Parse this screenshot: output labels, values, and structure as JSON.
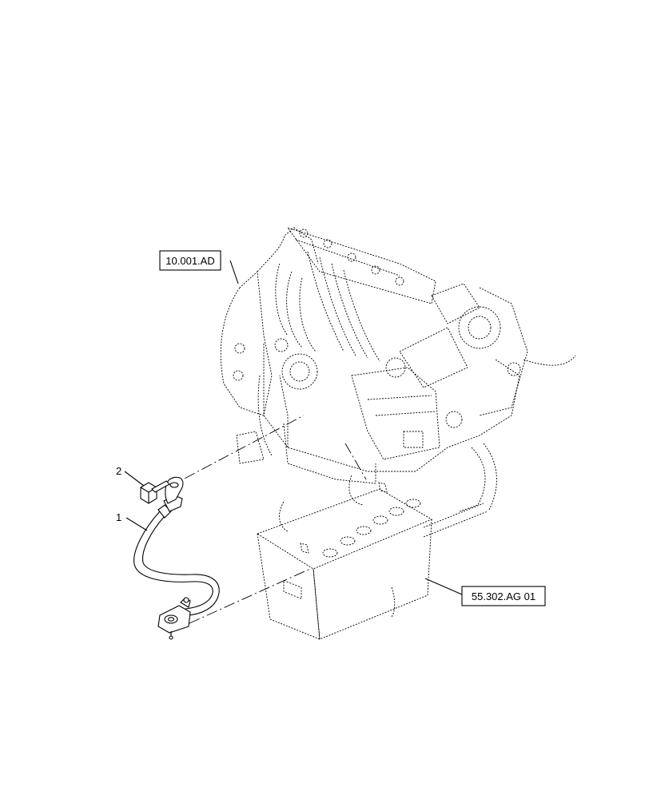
{
  "references": {
    "engine": "10.001.AD",
    "battery": "55.302.AG 01"
  },
  "callouts": {
    "cable": "1",
    "bolt": "2"
  }
}
